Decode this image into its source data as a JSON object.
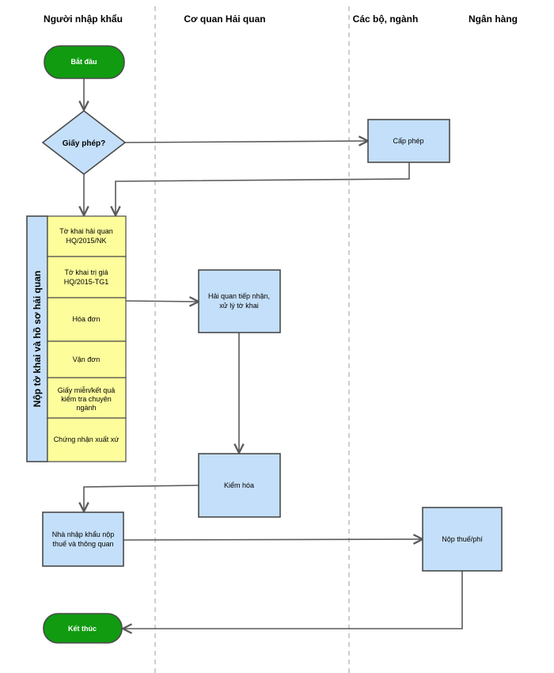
{
  "lanes": [
    "Người nhập khẩu",
    "Cơ quan Hải quan",
    "Các bộ, ngành",
    "Ngân hàng"
  ],
  "nodes": {
    "start": "Bắt đầu",
    "decision": "Giấy phép?",
    "permit": "Cấp phép",
    "dossier_group": "Nộp tờ khai và hồ sơ hải quan",
    "docs": [
      [
        "Tờ khai hải quan",
        "HQ/2015/NK"
      ],
      [
        "Tờ khai trị giá",
        "HQ/2015-TG1"
      ],
      [
        "Hóa đơn"
      ],
      [
        "Vận đơn"
      ],
      [
        "Giấy miễn/kết quả",
        "kiểm tra chuyên",
        "ngành"
      ],
      [
        "Chứng nhận xuất xứ"
      ]
    ],
    "customs_receive": [
      "Hải quan tiếp nhận,",
      "xử lý tờ khai"
    ],
    "inspection": "Kiểm hóa",
    "importer_pay": [
      "Nhà nhập khẩu nộp",
      "thuế và thông quan"
    ],
    "pay_fee": "Nộp thuế/phí",
    "end": "Kết thúc"
  },
  "colors": {
    "process_fill": "#c4dff9",
    "document_fill": "#fdfd9c",
    "terminal_fill": "#109b10",
    "lane_divider": "#bdbdbd"
  }
}
